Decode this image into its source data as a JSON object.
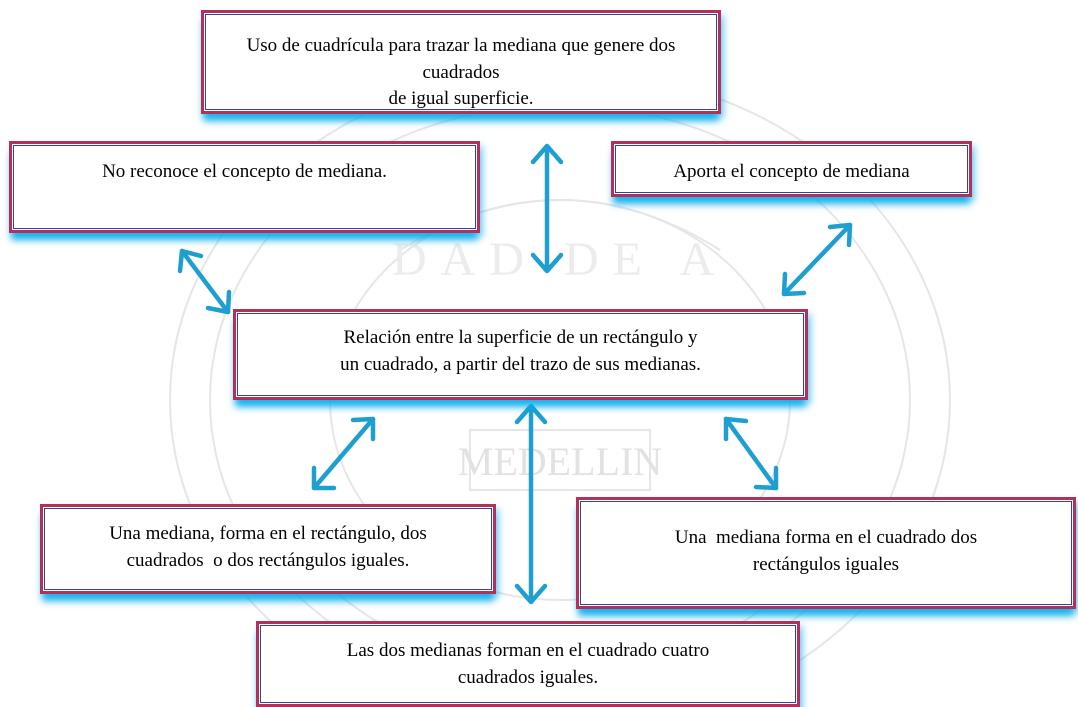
{
  "watermark": {
    "text": "MEDELLIN",
    "arc_text": "DAD DE A"
  },
  "colors": {
    "box_border": "#b0315a",
    "box_inner_border": "#3a3f9a",
    "box_glow": "#00aaeb",
    "arrow": "#1e9fd0"
  },
  "nodes": {
    "top": {
      "line1": "Uso de cuadrícula para trazar la mediana que genere dos cuadrados",
      "line2": "de igual superficie."
    },
    "left": {
      "line1": "No reconoce el concepto de mediana."
    },
    "right": {
      "line1": "Aporta el concepto de mediana"
    },
    "center": {
      "line1": "Relación entre la superficie de un rectángulo y",
      "line2": "un cuadrado, a partir del trazo de sus medianas."
    },
    "bottom_left": {
      "line1": "Una mediana, forma en el rectángulo, dos",
      "line2": "cuadrados  o dos rectángulos iguales."
    },
    "bottom_right": {
      "line1": "Una  mediana forma en el cuadrado dos",
      "line2": "rectángulos iguales"
    },
    "bottom": {
      "line1": "Las dos medianas forman en el cuadrado cuatro",
      "line2": "cuadrados iguales."
    }
  }
}
